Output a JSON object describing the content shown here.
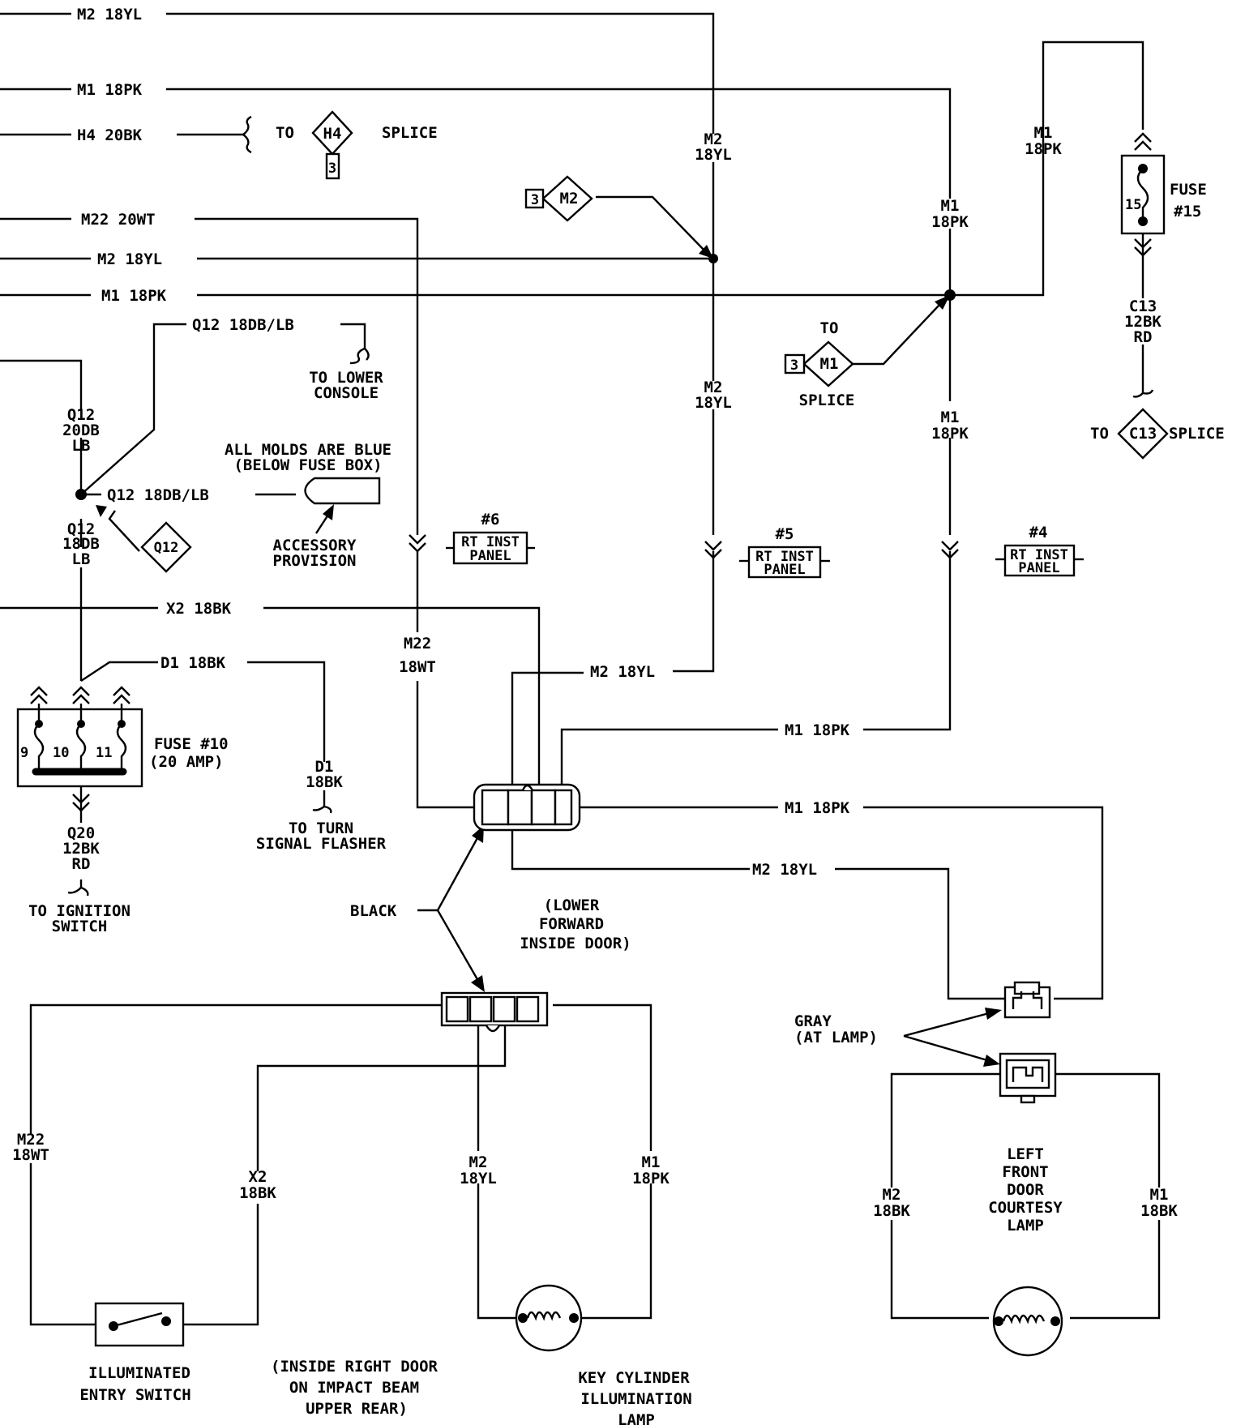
{
  "wire_labels": {
    "top_m2": "M2 18YL",
    "top_m1": "M1 18PK",
    "h4": "H4 20BK",
    "m22_left": "M22 20WT",
    "mid_m2": "M2 18YL",
    "mid_m1": "M1 18PK",
    "q12_top": "Q12 18DB/LB",
    "q12_mid": "Q12 18DB/LB",
    "x2": "X2 18BK",
    "d1": "D1 18BK",
    "m2_conn": "M2 18YL",
    "m1_conn_a": "M1 18PK",
    "m1_conn_b": "M1 18PK",
    "m2_conn_b": "M2 18YL"
  },
  "stacked_labels": {
    "m2_upper": [
      "M2",
      "18YL"
    ],
    "m1_upper_mid": [
      "M1",
      "18PK"
    ],
    "m1_upper_right": [
      "M1",
      "18PK"
    ],
    "m2_lower": [
      "M2",
      "18YL"
    ],
    "m1_lower": [
      "M1",
      "18PK"
    ],
    "c13": [
      "C13",
      "12BK",
      "RD"
    ],
    "q12_20": [
      "Q12",
      "20DB",
      "LB"
    ],
    "q12_18": [
      "Q12",
      "18DB",
      "LB"
    ],
    "m22_mid": [
      "M22",
      "18WT"
    ],
    "d1_right": [
      "D1",
      "18BK"
    ],
    "q20": [
      "Q20",
      "12BK",
      "RD"
    ],
    "m22_bottom": [
      "M22",
      "18WT"
    ],
    "x2_bottom": [
      "X2",
      "18BK"
    ],
    "m2_bottom": [
      "M2",
      "18YL"
    ],
    "m1_bottom": [
      "M1",
      "18PK"
    ],
    "m2_right": [
      "M2",
      "18BK"
    ],
    "m1_right": [
      "M1",
      "18BK"
    ]
  },
  "splices": {
    "h4": {
      "to": "TO",
      "label": "H4",
      "num": "3",
      "word": "SPLICE"
    },
    "m2": {
      "label": "M2",
      "num": "3"
    },
    "m1": {
      "to": "TO",
      "label": "M1",
      "num": "3",
      "word": "SPLICE"
    },
    "c13": {
      "to": "TO",
      "label": "C13",
      "word": "SPLICE"
    },
    "q12": {
      "label": "Q12"
    }
  },
  "fuse15": {
    "title": "FUSE",
    "number": "#15",
    "inner": "15"
  },
  "fuse10": {
    "title": "FUSE #10",
    "rating": "(20 AMP)",
    "n9": "9",
    "n10": "10",
    "n11": "11"
  },
  "panels": [
    {
      "num": "#6",
      "line1": "RT INST",
      "line2": "PANEL"
    },
    {
      "num": "#5",
      "line1": "RT INST",
      "line2": "PANEL"
    },
    {
      "num": "#4",
      "line1": "RT INST",
      "line2": "PANEL"
    }
  ],
  "notes": {
    "lower_console": [
      "TO LOWER",
      "CONSOLE"
    ],
    "molds": [
      "ALL MOLDS ARE BLUE",
      "(BELOW FUSE BOX)"
    ],
    "accessory": [
      "ACCESSORY",
      "PROVISION"
    ],
    "turn_flasher": [
      "TO TURN",
      "SIGNAL FLASHER"
    ],
    "ignition": [
      "TO IGNITION",
      "SWITCH"
    ],
    "black": "BLACK",
    "lower_door": [
      "(LOWER",
      "FORWARD",
      "INSIDE DOOR)"
    ],
    "gray": [
      "GRAY",
      "(AT LAMP)"
    ],
    "courtesy_lamp": [
      "LEFT",
      "FRONT",
      "DOOR",
      "COURTESY",
      "LAMP"
    ],
    "entry_switch": [
      "ILLUMINATED",
      "ENTRY SWITCH"
    ],
    "inside_door": [
      "(INSIDE RIGHT DOOR",
      "ON IMPACT BEAM",
      "UPPER REAR)"
    ],
    "key_lamp": [
      "KEY CYLINDER",
      "ILLUMINATION",
      "LAMP"
    ]
  }
}
